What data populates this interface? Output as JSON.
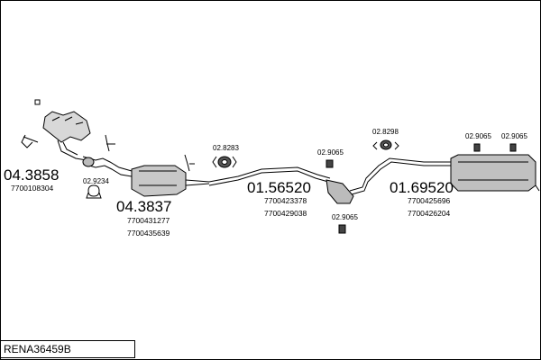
{
  "title": "RENA36459B",
  "parts": {
    "manifold": {
      "number": "04.3858",
      "refs": [
        "7700108304"
      ]
    },
    "clamp_front": {
      "number": "02.9234"
    },
    "catalyst": {
      "number": "04.3837",
      "refs": [
        "7700431277",
        "7700435639"
      ]
    },
    "mount_center": {
      "number": "02.8283"
    },
    "middle_silencer": {
      "number": "01.56520",
      "refs": [
        "7700423378",
        "7700429038"
      ]
    },
    "hanger_mid_top": {
      "number": "02.9065"
    },
    "hanger_mid_bottom": {
      "number": "02.9065"
    },
    "mount_rear": {
      "number": "02.8298"
    },
    "rear_silencer": {
      "number": "01.69520",
      "refs": [
        "7700425696",
        "7700426204"
      ]
    },
    "hanger_rear_left": {
      "number": "02.9065"
    },
    "hanger_rear_right": {
      "number": "02.9065"
    }
  }
}
